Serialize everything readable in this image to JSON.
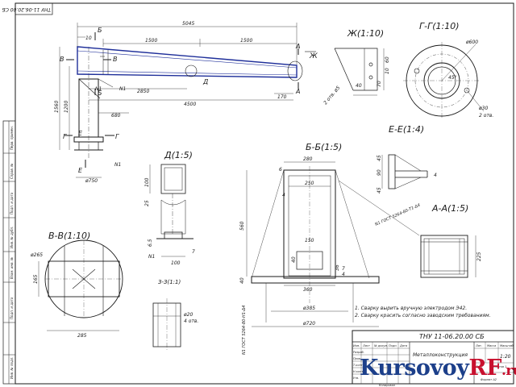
{
  "drawing": {
    "stamp_code": "ТНУ 11-06.20.00 СБ",
    "title_block": {
      "code": "ТНУ 11-06.20.00 СБ",
      "name": "Металлоконструкция",
      "scale": "1:20",
      "rows": [
        "Изм.",
        "Разраб.",
        "Пров.",
        "Т.контр.",
        "Н.контр.",
        "Утв."
      ],
      "cols": [
        "Лист",
        "№ докум.",
        "Подп.",
        "Дата"
      ],
      "lit": "Лит.",
      "mass": "Масса",
      "scale_label": "Масштаб",
      "sheet": "Лист",
      "sheets": "Листов 1",
      "copied": "Копировал",
      "format": "Формат A2"
    },
    "left_strip": [
      "Перв. примен.",
      "Справ. №",
      "Подп. и дата",
      "Инв. № дубл.",
      "Взам. инв. №",
      "Подп. и дата",
      "Инв. № подл."
    ],
    "sections": {
      "main_letters": [
        "Б",
        "Б",
        "В",
        "В",
        "А",
        "А",
        "Г",
        "Г",
        "Е",
        "Е",
        "Ж",
        "Д"
      ],
      "zh": "Ж(1:10)",
      "gg": "Г-Г(1:10)",
      "ee": "Е-Е(1:4)",
      "d": "Д(1:5)",
      "bb": "Б-Б(1:5)",
      "aa": "А-А(1:5)",
      "vv": "В-В(1:10)",
      "z": "З-З(1:1)"
    },
    "dims": {
      "main": [
        "5045",
        "10",
        "1500",
        "1500",
        "2850",
        "4500",
        "170",
        "680",
        "1560",
        "1200",
        "ø750",
        "N1",
        "N1",
        "N1"
      ],
      "zh": [
        "10",
        "60",
        "40",
        "70",
        "2 отв. ø5"
      ],
      "gg": [
        "ø600",
        "ø30",
        "2 отв.",
        "45°"
      ],
      "ee": [
        "45",
        "90",
        "45",
        "4"
      ],
      "d": [
        "100",
        "25",
        "6.5",
        "100",
        "7",
        "N1"
      ],
      "bb": [
        "280",
        "250",
        "6",
        "4",
        "360",
        "150",
        "560",
        "40",
        "7",
        "4",
        "ø385",
        "ø720",
        "40",
        "36"
      ],
      "aa": [
        "225"
      ],
      "vv": [
        "ø265",
        "165",
        "285"
      ],
      "z": [
        "ø20",
        "4 отв."
      ],
      "leaders": [
        "N1 ГОСТ 5264-80-Т1-Δ4",
        "N1 ГОСТ 5264-80-Н1-Δ4"
      ]
    },
    "notes": [
      "1. Сварку вырить вручную электродом Э42.",
      "2. Сварку красить согласно заводским требованиям."
    ]
  },
  "watermark": {
    "part1": "Kursovoy",
    "part2": "RF",
    "domain": ".ru"
  },
  "colors": {
    "line": "#1a1a1a",
    "accent": "#1f2f9a",
    "watermark_blue": "#1c3f8a",
    "watermark_red": "#c8102e"
  }
}
